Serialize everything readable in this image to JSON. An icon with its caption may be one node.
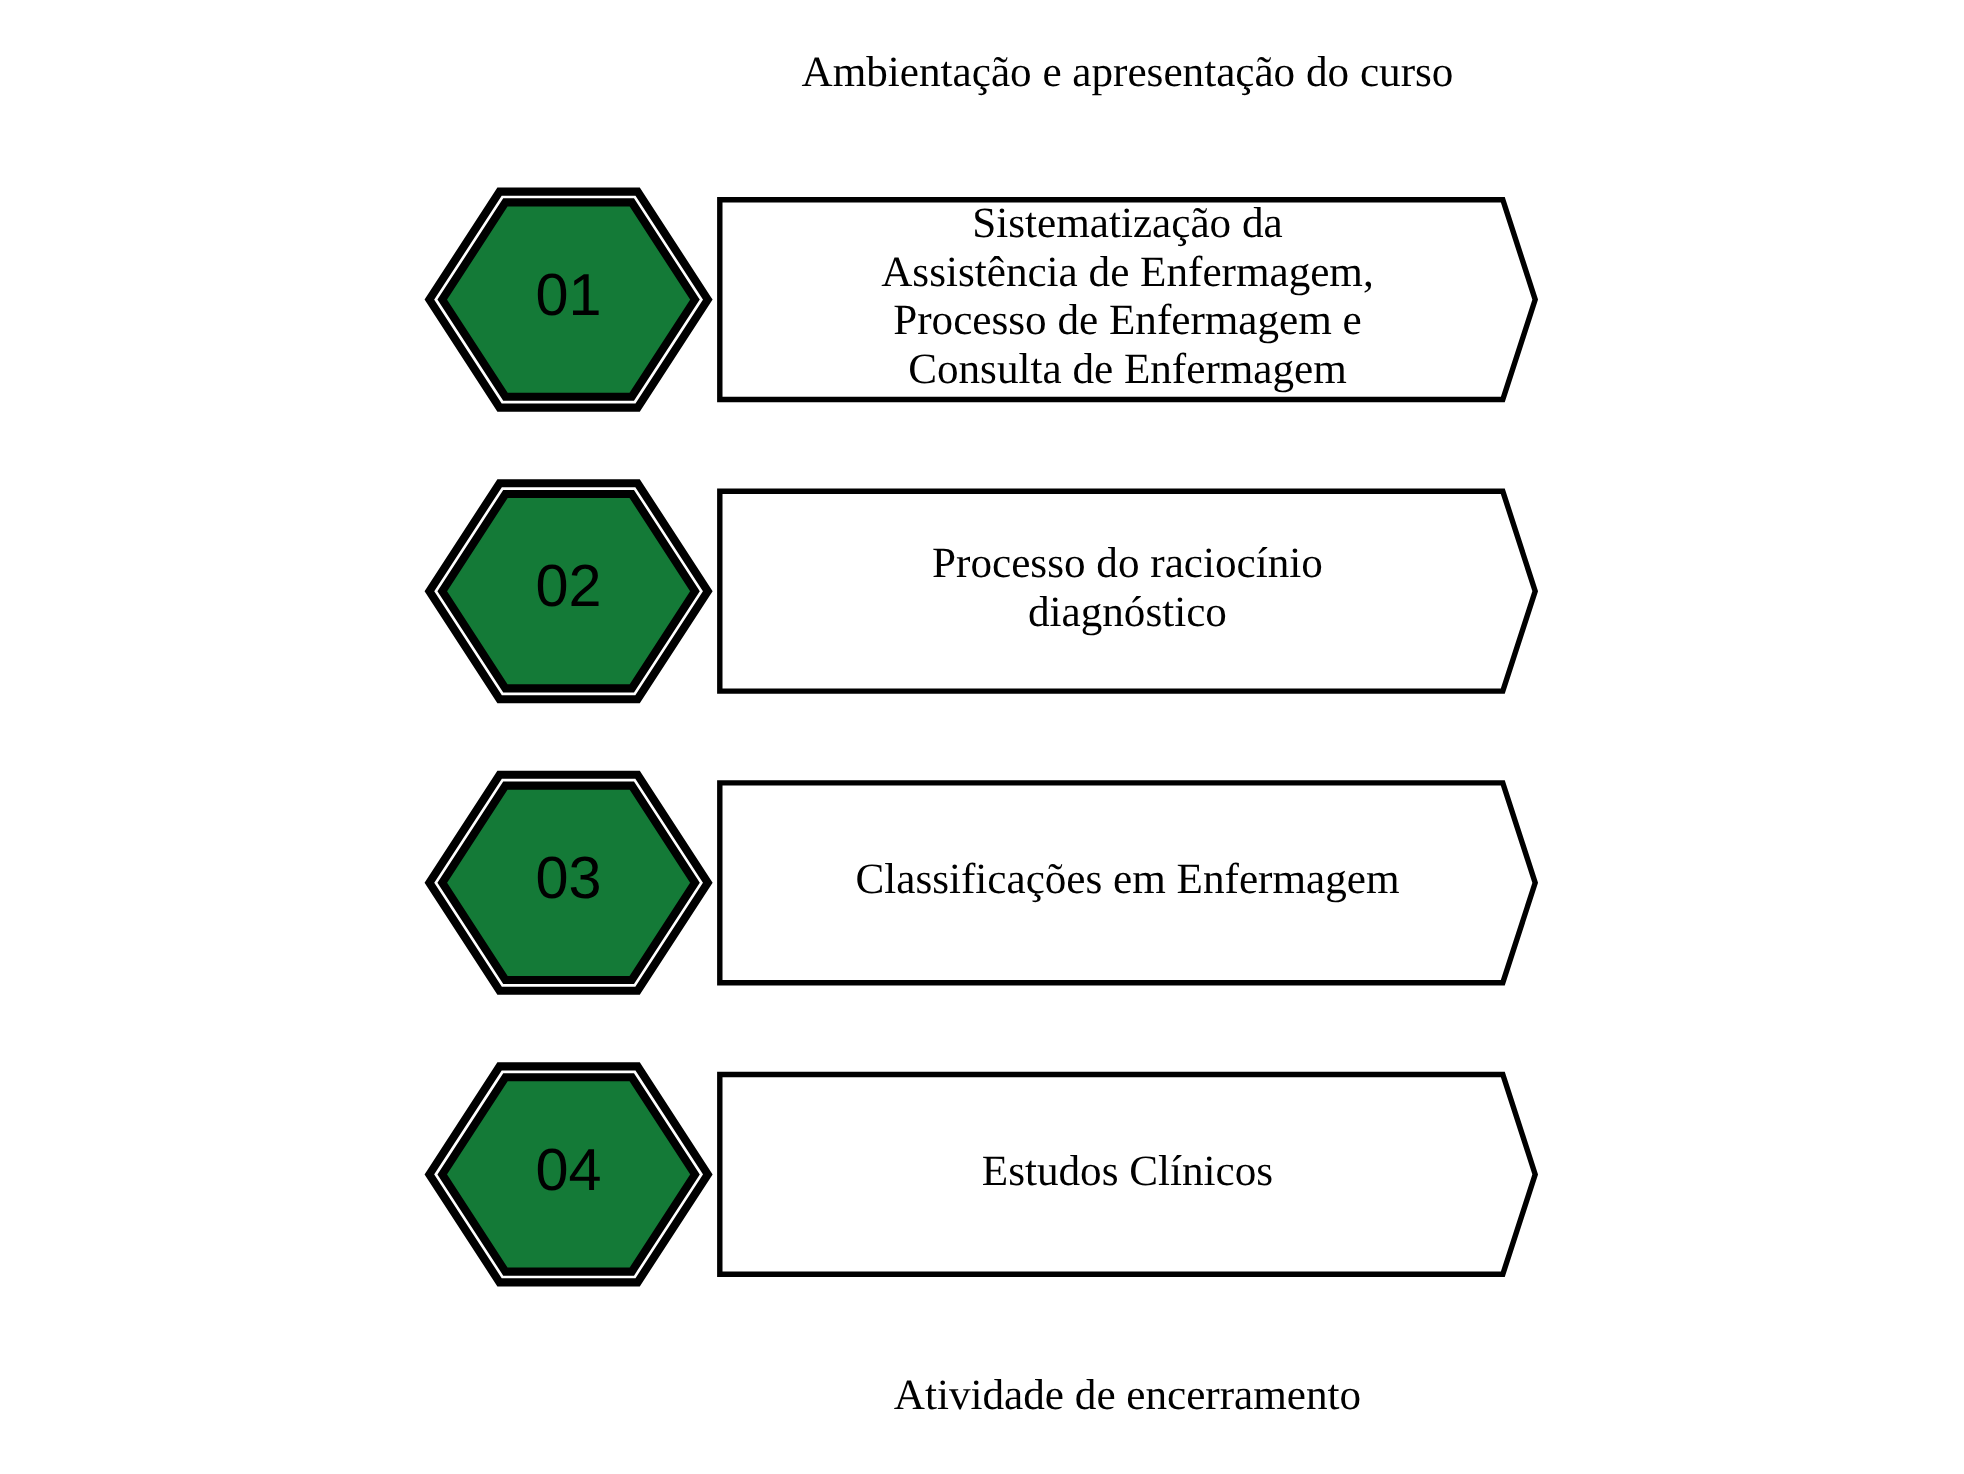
{
  "diagram": {
    "nodes": [
      {
        "text": [
          "01"
        ]
      },
      {
        "text": [
          "Sistematização da Assistência de Enfermagem, Processo de Enfermagem e Consulta de Enfermagem"
        ]
      },
      {
        "text": [
          "02"
        ]
      },
      {
        "text": [
          "Processo do raciocínio diagnóstico"
        ]
      },
      {
        "text": [
          "03"
        ]
      },
      {
        "text": [
          "Classificações em Enfermagem"
        ]
      },
      {
        "text": [
          "04"
        ]
      },
      {
        "text": [
          "Estudos Clínicos"
        ]
      }
    ],
    "labels": [
      "Ambientação e apresentação do curso",
      "Atividade de encerramento"
    ]
  }
}
